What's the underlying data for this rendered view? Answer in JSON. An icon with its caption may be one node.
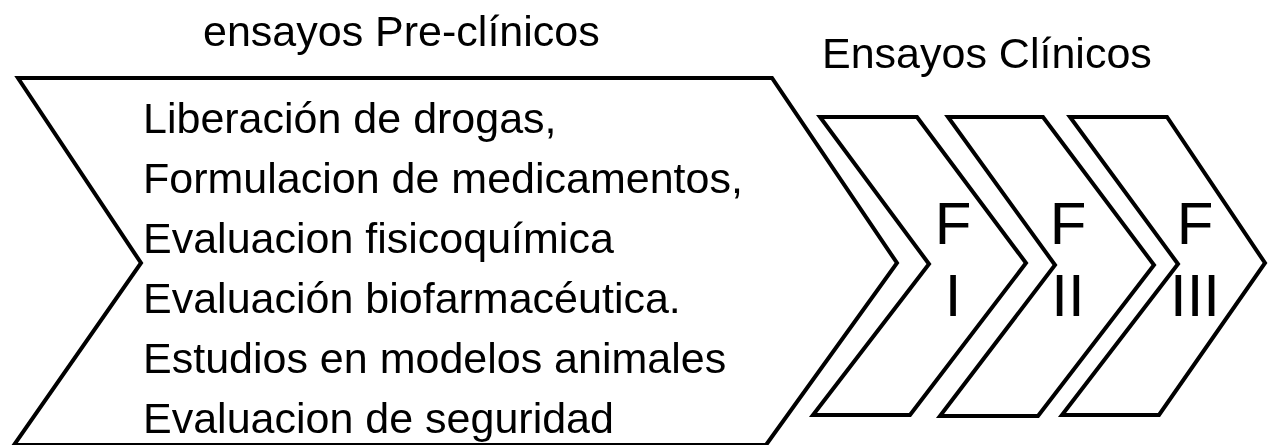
{
  "diagram": {
    "nodes": [
      {
        "text": [
          "ensayos Pre-clínicos",
          "Liberación de drogas,",
          "Formulacion de medicamentos,",
          "Evaluacion fisicoquímica",
          "Evaluación biofarmacéutica.",
          "Estudios en modelos animales",
          "Evaluacion de seguridad"
        ]
      },
      {
        "text": [
          "F I"
        ]
      },
      {
        "text": [
          "F II"
        ]
      },
      {
        "text": [
          "F III"
        ]
      }
    ],
    "labels": [
      "Ensayos Clínicos"
    ]
  }
}
